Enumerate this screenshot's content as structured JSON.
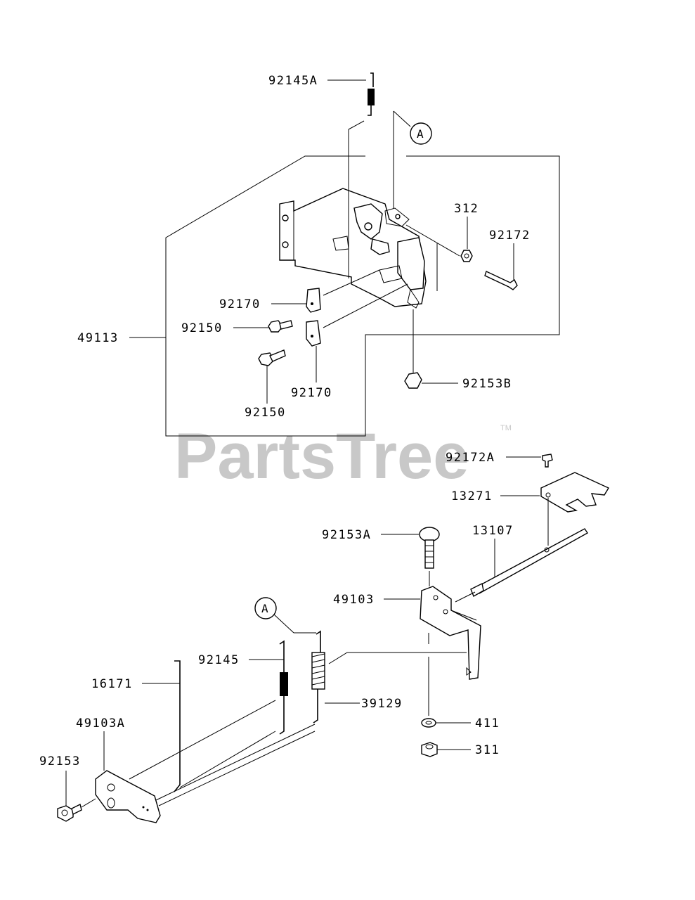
{
  "watermark": {
    "text": "PartsTree",
    "trademark": "TM"
  },
  "callouts": {
    "ref_top": "A",
    "ref_bottom": "A"
  },
  "labels": {
    "p92145A": "92145A",
    "p312": "312",
    "p92172": "92172",
    "p92170a": "92170",
    "p92150a": "92150",
    "p49113": "49113",
    "p92150b": "92150",
    "p92170b": "92170",
    "p92153B": "92153B",
    "p92172A": "92172A",
    "p13271": "13271",
    "p92153A": "92153A",
    "p13107": "13107",
    "p49103": "49103",
    "p92145": "92145",
    "p16171": "16171",
    "p39129": "39129",
    "p411": "411",
    "p311": "311",
    "p49103A": "49103A",
    "p92153": "92153"
  }
}
